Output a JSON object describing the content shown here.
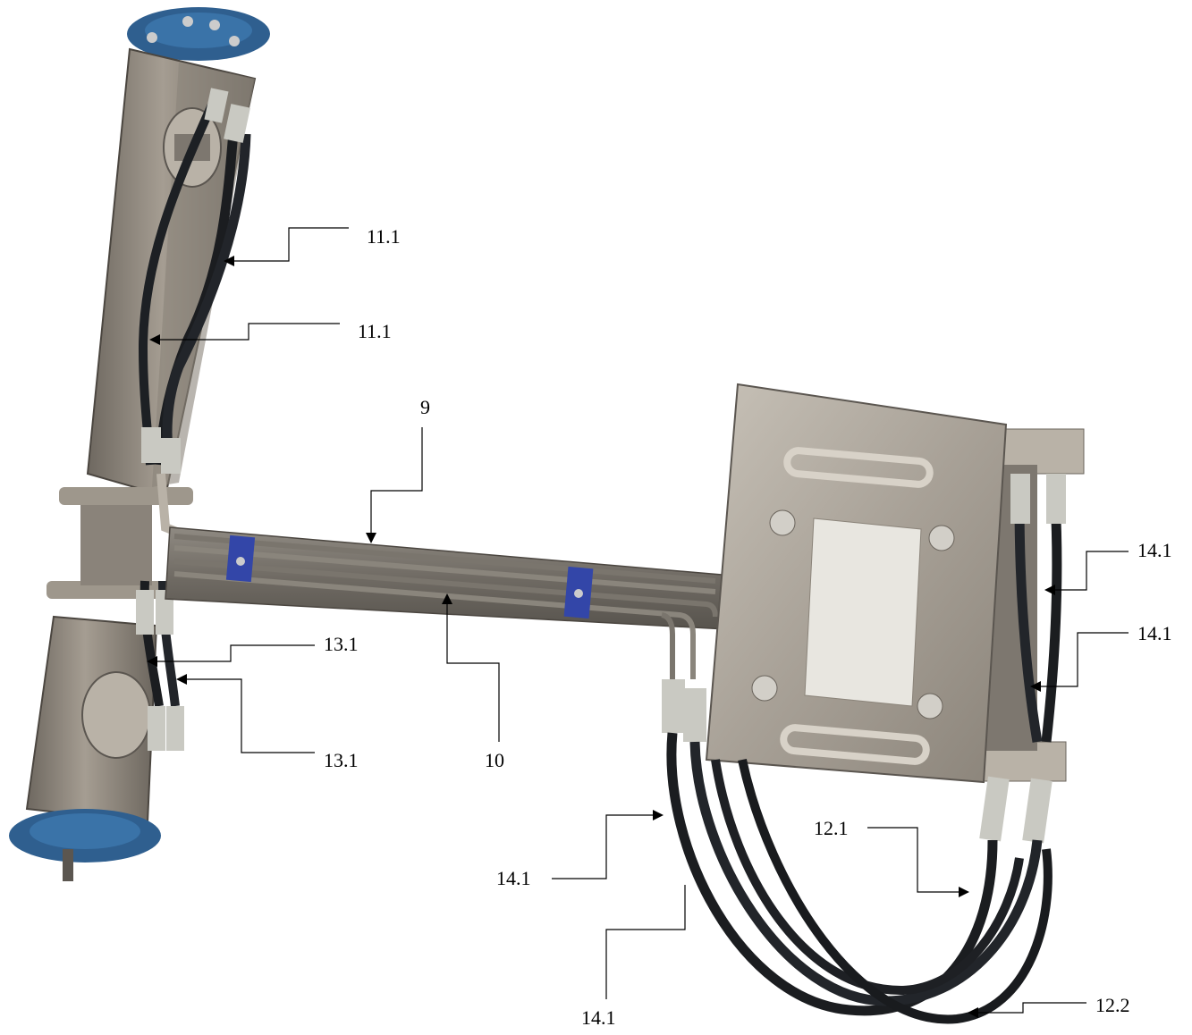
{
  "callouts": [
    {
      "id": "c1",
      "label": "11.1"
    },
    {
      "id": "c2",
      "label": "11.1"
    },
    {
      "id": "c3",
      "label": "9"
    },
    {
      "id": "c4",
      "label": "10"
    },
    {
      "id": "c5",
      "label": "13.1"
    },
    {
      "id": "c6",
      "label": "13.1"
    },
    {
      "id": "c7",
      "label": "14.1"
    },
    {
      "id": "c8",
      "label": "14.1"
    },
    {
      "id": "c9",
      "label": "14.1"
    },
    {
      "id": "c10",
      "label": "14.1"
    },
    {
      "id": "c11",
      "label": "12.1"
    },
    {
      "id": "c12",
      "label": "12.2"
    }
  ],
  "colors": {
    "steel": "#8f877c",
    "steel_light": "#b9b2a7",
    "steel_dark": "#5b5650",
    "flange_blue": "#2f5f8f",
    "clamp_blue": "#3346a8",
    "hose": "#1b1d20",
    "fitting": "#c9c9c2",
    "plate_label": "#e8e6e0"
  }
}
